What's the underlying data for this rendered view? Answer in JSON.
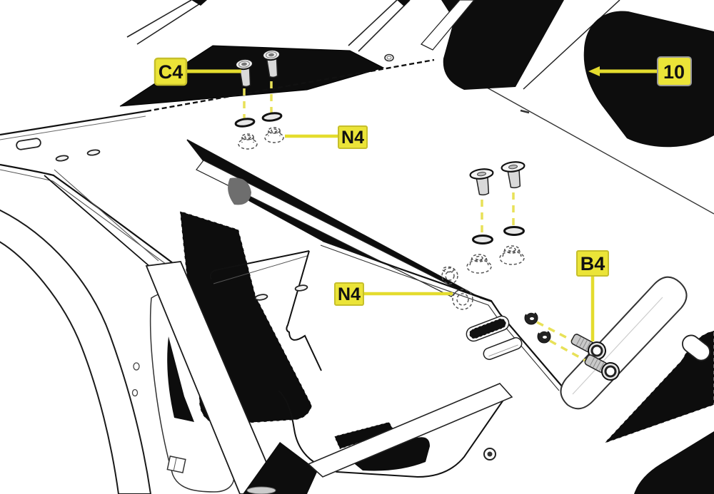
{
  "diagram": {
    "kind": "exploded-assembly-instruction-drawing",
    "background_color": "#ffffff",
    "line_color": "#1a1a1a",
    "black_fill": "#0d0d0d",
    "callout_style": {
      "fill": "#EBE438",
      "border": "#C6BF2B",
      "leader_color": "#E4DC2E",
      "dash_color": "#E8E158",
      "text_color": "#111111"
    },
    "callouts": [
      {
        "id": "c4",
        "label": "C4",
        "points_to": "two-socket-head-screws-upper-left"
      },
      {
        "id": "part-10",
        "label": "10",
        "points_to": "mounting-plate-edge-right"
      },
      {
        "id": "n4-upper",
        "label": "N4",
        "points_to": "two-dashed-nuts-under-plate-upper"
      },
      {
        "id": "n4-lower",
        "label": "N4",
        "points_to": "two-dashed-nuts-under-plate-lower"
      },
      {
        "id": "b4",
        "label": "B4",
        "points_to": "two-socket-head-bolts-right-flange"
      }
    ]
  }
}
